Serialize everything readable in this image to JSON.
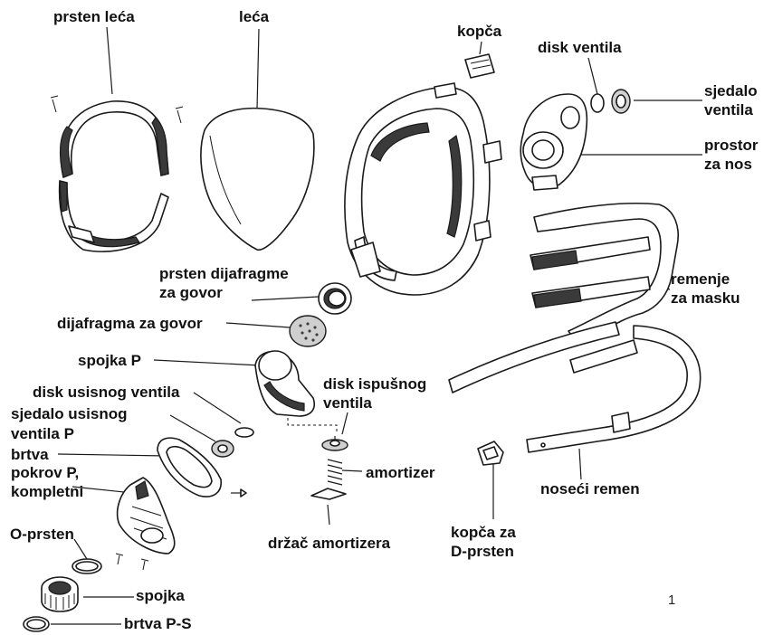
{
  "labels": {
    "prsten_leca": "prsten leća",
    "leca": "leća",
    "kopca": "kopča",
    "disk_ventila": "disk ventila",
    "sjedalo_ventila": "sjedalo\nventila",
    "prostor_za_nos": "prostor\nza nos",
    "remenje_za_masku": "remenje\nza masku",
    "prsten_dijafragme": "prsten dijafragme\nza govor",
    "dijafragma_za_govor": "dijafragma za govor",
    "spojka_p": "spojka P",
    "disk_usisnog_ventila": "disk usisnog ventila",
    "sjedalo_usisnog_ventila": "sjedalo usisnog\nventila P",
    "brtva": "brtva",
    "pokrov_p": "pokrov P,\nkompletni",
    "disk_ispusnog_ventila": "disk ispušnog\nventila",
    "amortizer": "amortizer",
    "drzac_amortizera": "držač amortizera",
    "noseci_remen": "noseći remen",
    "kopca_za_d_prsten": "kopča za\nD-prsten",
    "o_prsten": "O-prsten",
    "spojka": "spojka",
    "brtva_p_s": "brtva P-S"
  },
  "page_number": "1"
}
